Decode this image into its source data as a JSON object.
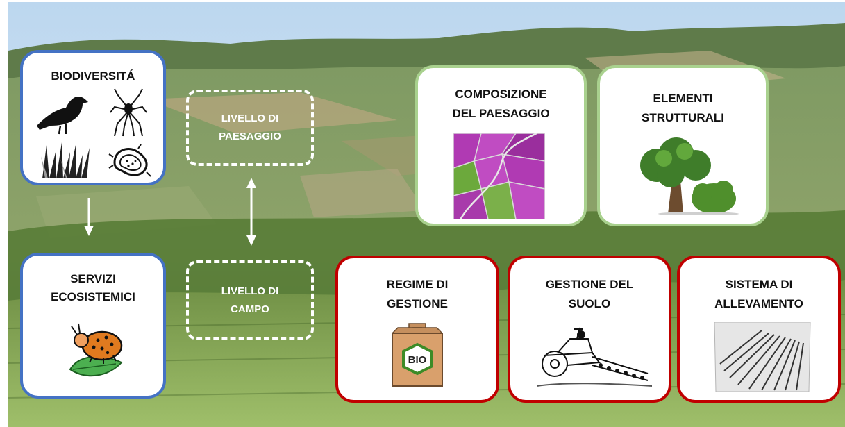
{
  "boxes": {
    "biodiversita": {
      "line1": "BIODIVERSITÁ"
    },
    "servizi": {
      "line1": "SERVIZI",
      "line2": "ECOSISTEMICI"
    },
    "composizione": {
      "line1": "COMPOSIZIONE",
      "line2": "DEL PAESAGGIO"
    },
    "elementi": {
      "line1": "ELEMENTI",
      "line2": "STRUTTURALI"
    },
    "regime": {
      "line1": "REGIME DI",
      "line2": "GESTIONE",
      "bag_label": "BIO"
    },
    "gestione_suolo": {
      "line1": "GESTIONE DEL",
      "line2": "SUOLO"
    },
    "sistema": {
      "line1": "SISTEMA DI",
      "line2": "ALLEVAMENTO"
    }
  },
  "levels": {
    "paesaggio": {
      "line1": "LIVELLO DI",
      "line2": "PAESAGGIO"
    },
    "campo": {
      "line1": "LIVELLO DI",
      "line2": "CAMPO"
    }
  },
  "colors": {
    "biodiversity_border": "#4472c4",
    "landscape_border": "#a9d18e",
    "field_border": "#c00000",
    "level_outline": "#ffffff"
  },
  "icons": [
    "bird-icon",
    "spider-icon",
    "grass-icon",
    "bacteria-icon",
    "ladybird-on-leaf-icon",
    "landscape-map-icon",
    "tree-icon",
    "bio-bag-icon",
    "tractor-icon",
    "vineyard-rows-icon"
  ]
}
